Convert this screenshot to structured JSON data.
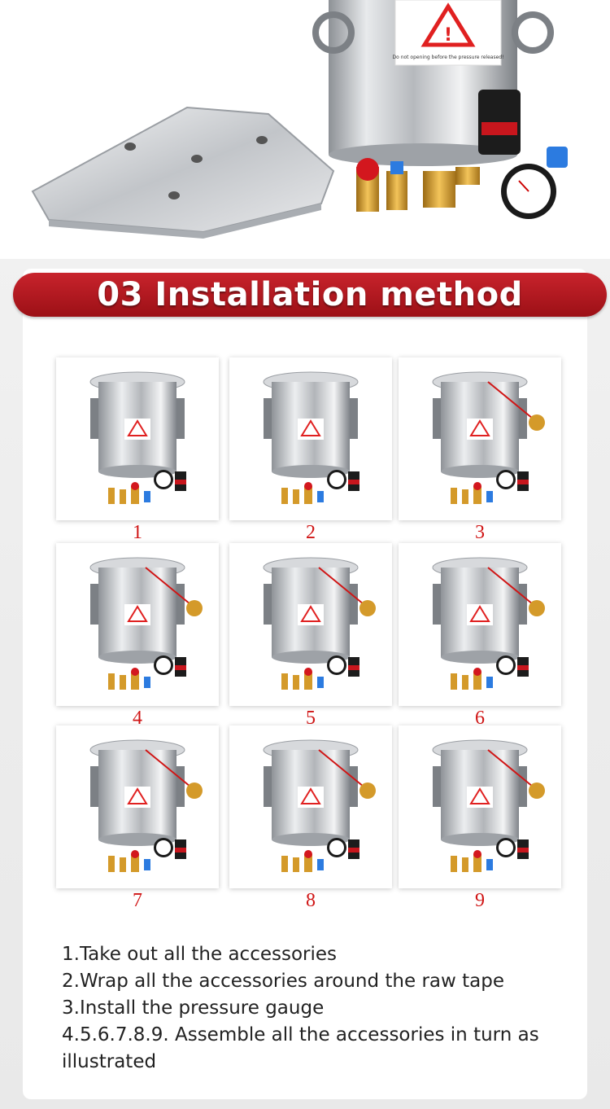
{
  "banner": {
    "title": "03 Installation method"
  },
  "hero": {
    "warning_text": "Do not opening before the pressure released!"
  },
  "steps": [
    {
      "label": "1"
    },
    {
      "label": "2"
    },
    {
      "label": "3"
    },
    {
      "label": "4"
    },
    {
      "label": "5"
    },
    {
      "label": "6"
    },
    {
      "label": "7"
    },
    {
      "label": "8"
    },
    {
      "label": "9"
    }
  ],
  "instructions": [
    "1.Take out all the accessories",
    "2.Wrap all the accessories around the raw tape",
    "3.Install the pressure gauge",
    "4.5.6.7.8.9. Assemble all the accessories in turn as illustrated"
  ],
  "colors": {
    "banner": "#b51a20",
    "label": "#d01515",
    "steel": "#c9ccd0",
    "warning": "#e02020"
  }
}
